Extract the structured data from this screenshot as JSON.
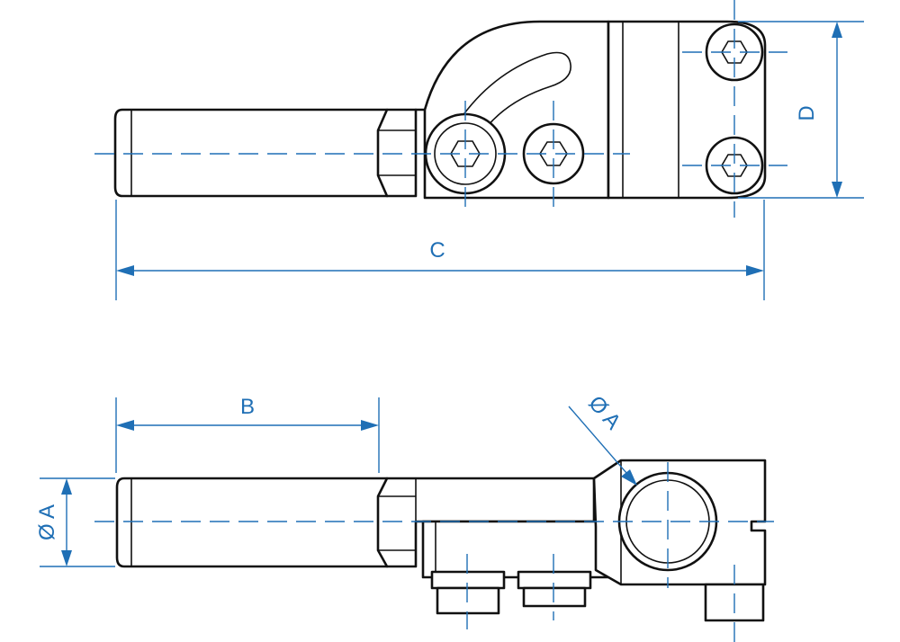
{
  "labels": {
    "c": "C",
    "d": "D",
    "b": "B",
    "a_left": "Ø A",
    "a_diag": "Ø A"
  },
  "colors": {
    "dimension": "#1f6fb5",
    "outline": "#111111",
    "background": "#ffffff"
  }
}
